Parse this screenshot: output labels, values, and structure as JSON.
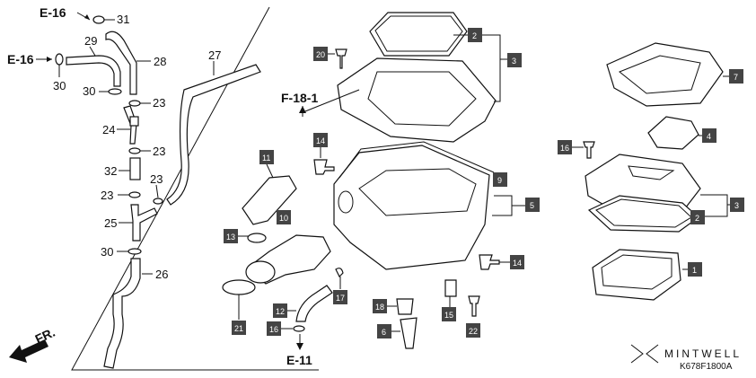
{
  "labels": {
    "ref_e16_top": "E-16",
    "ref_e16_left": "E-16",
    "ref_f18": "F-18-1",
    "ref_e11": "E-11",
    "ref_fr": "FR.",
    "p31": "31",
    "p29": "29",
    "p28": "28",
    "p30a": "30",
    "p30b": "30",
    "p23a": "23",
    "p24": "24",
    "p23b": "23",
    "p32": "32",
    "p23c": "23",
    "p23d": "23",
    "p25": "25",
    "p30c": "30",
    "p26": "26",
    "p27": "27",
    "p11": "11",
    "p10": "10",
    "p13": "13",
    "p21": "21",
    "p12": "12",
    "p16a": "16",
    "p17": "17",
    "p14a": "14",
    "p20": "20",
    "p2a": "2",
    "p3a": "3",
    "p9": "9",
    "p5": "5",
    "p14b": "14",
    "p18": "18",
    "p6": "6",
    "p15": "15",
    "p22": "22",
    "p7": "7",
    "p4": "4",
    "p16b": "16",
    "p3b": "3",
    "p2b": "2",
    "p1": "1"
  },
  "logo": {
    "brand": "MINTWELL",
    "code": "K678F1800A"
  },
  "colors": {
    "box_fill": "#444444",
    "line": "#111111"
  }
}
